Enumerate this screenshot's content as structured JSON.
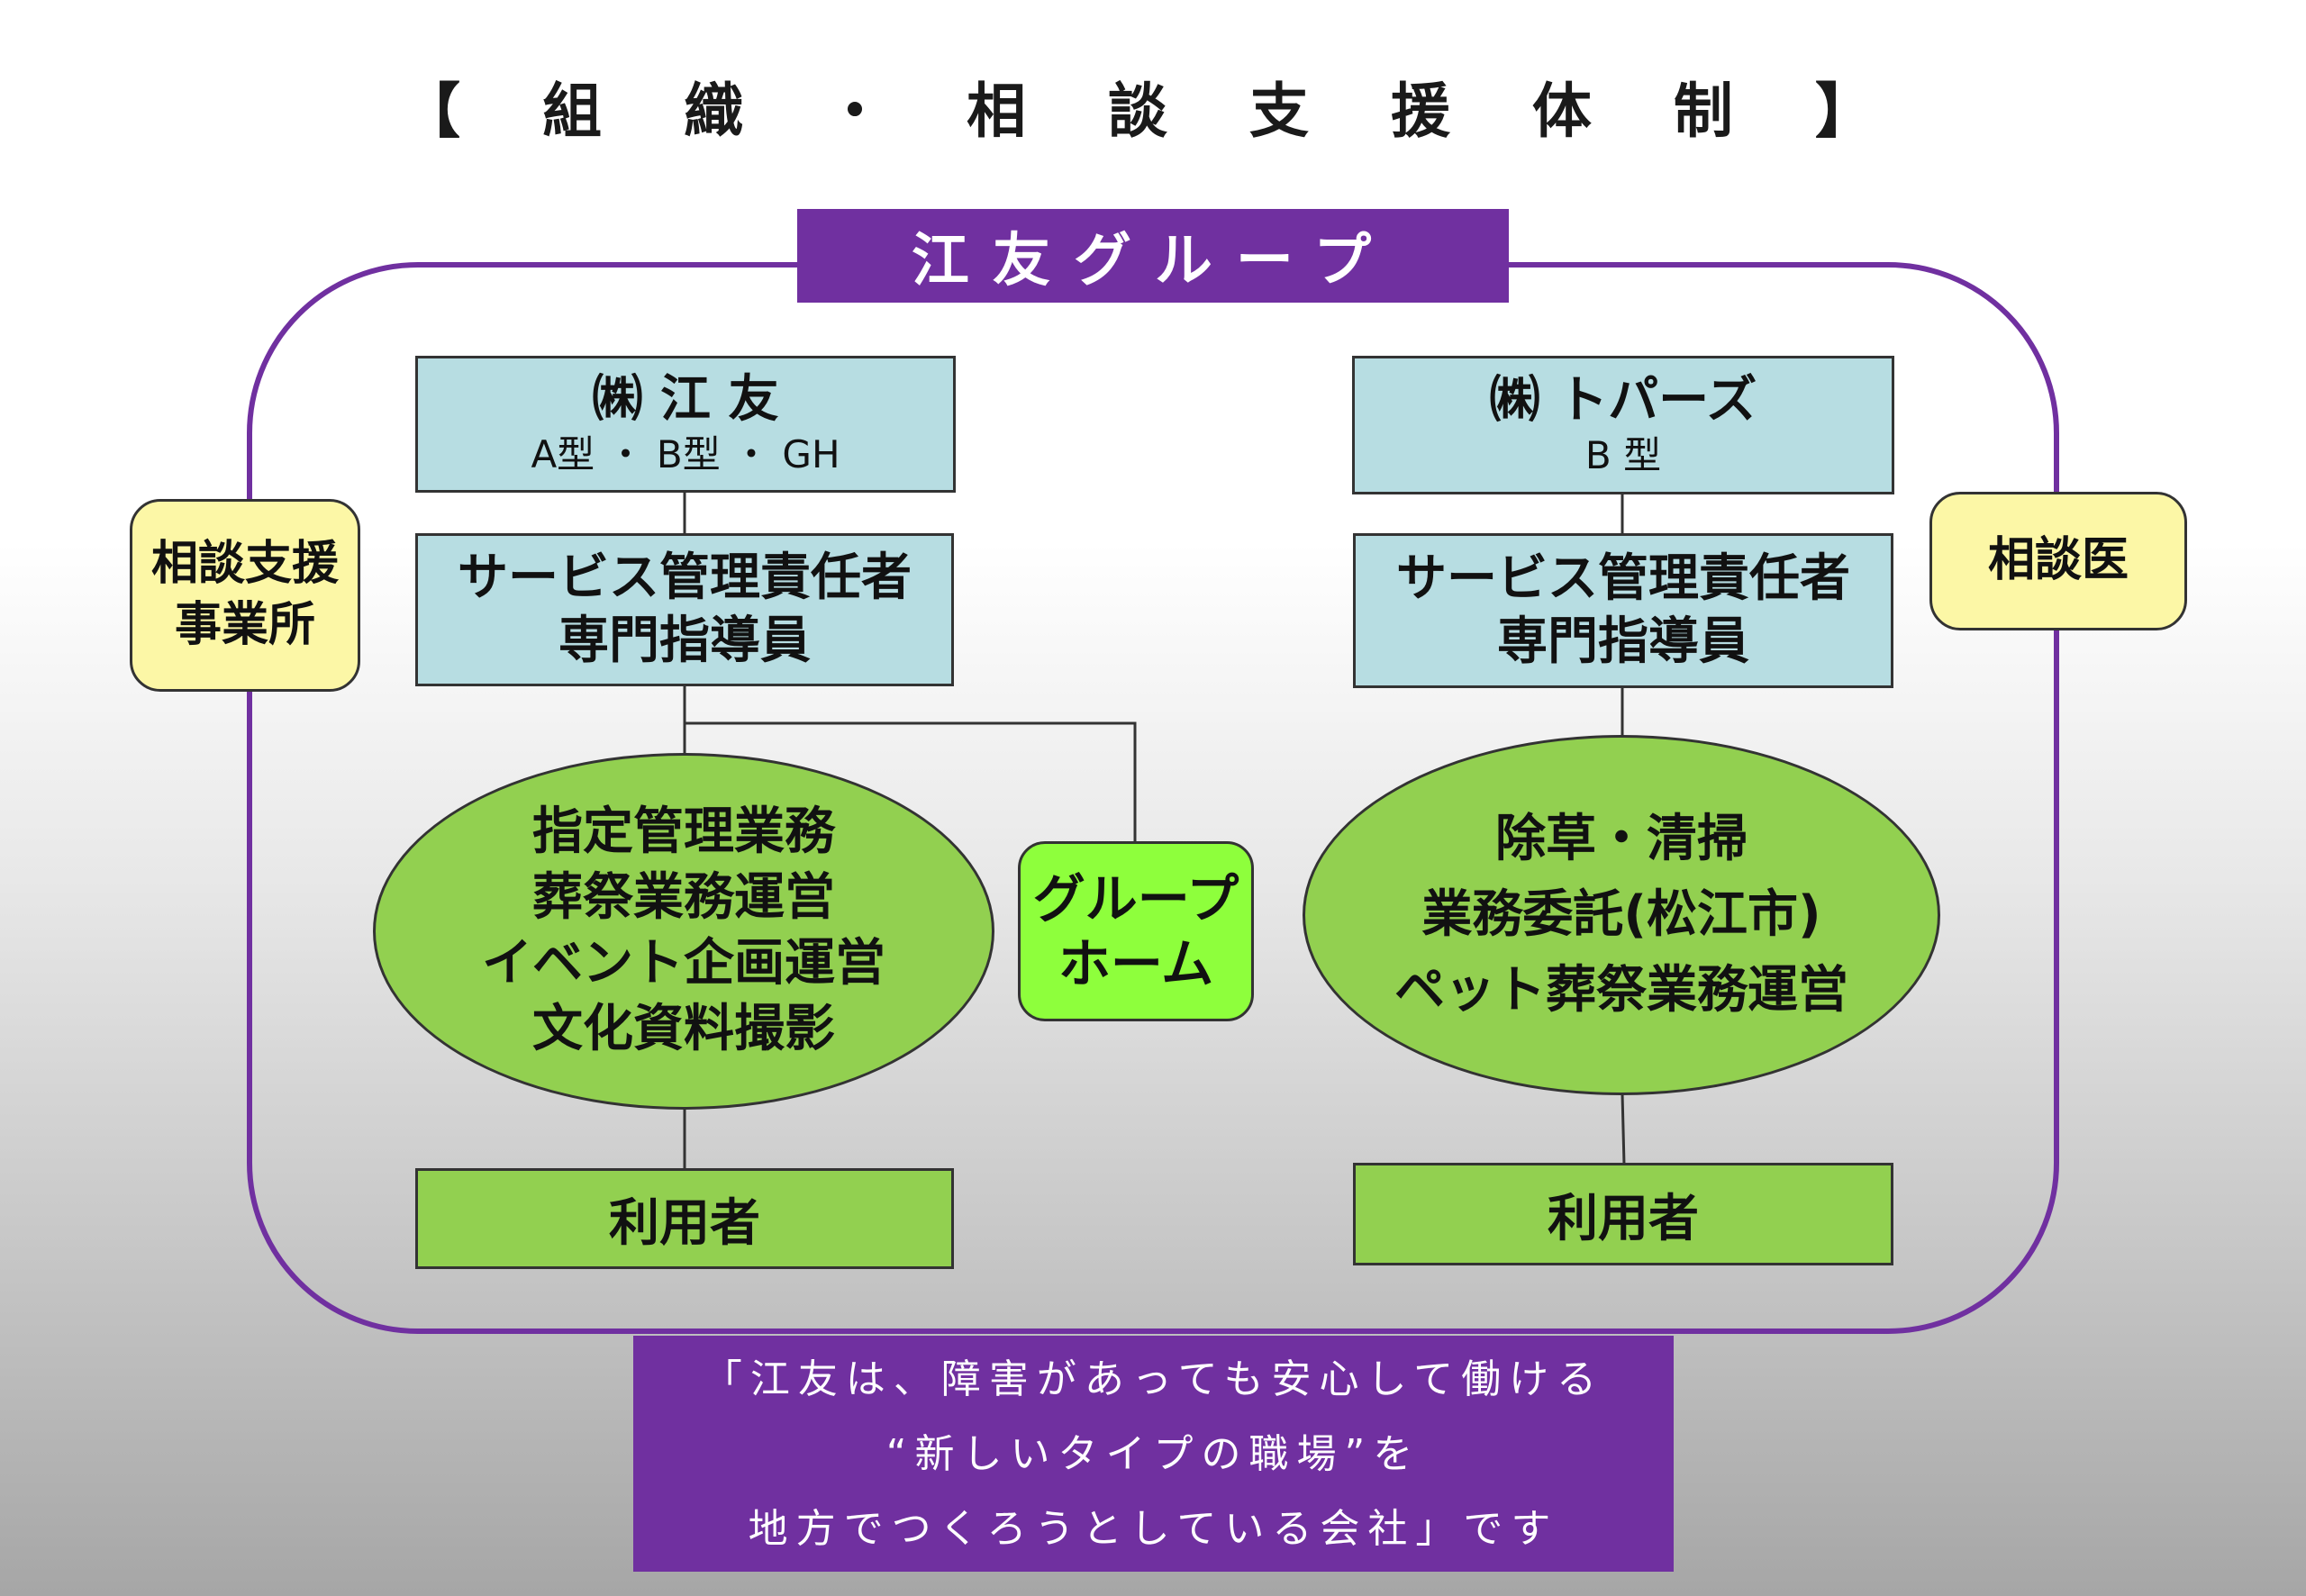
{
  "title": "【 組 織 ・ 相 談 支 援 体 制 】",
  "group_label": "江友グループ",
  "left_company": {
    "name": "㈱ 江 友",
    "types": "A型 ・ B型 ・ GH",
    "service_manager": [
      "サービス管理責任者",
      "専門指導員"
    ],
    "activities": [
      "指定管理業務",
      "葬祭業務運営",
      "イベント企画運営",
      "文化資料撮影"
    ],
    "group_home": [
      "グループ",
      "ホーム"
    ],
    "users": "利用者"
  },
  "right_company": {
    "name": "㈱ トパーズ",
    "types": "B 型",
    "service_manager": [
      "サービス管理責任者",
      "専門指導員"
    ],
    "activities": [
      "除草・清掃",
      "業務委託(松江市)",
      "ペット葬祭業務運営"
    ],
    "users": "利用者"
  },
  "consultation_office": [
    "相談支援",
    "事業所"
  ],
  "consultation_doctor": "相談医",
  "message": [
    "「江友は、障害があっても安心して働ける",
    "“新しいタイプの職場”を",
    "地方でつくろうとしている会社」です"
  ],
  "colors": {
    "purple": "#7030a0",
    "light_blue": "#b7dde2",
    "green": "#92d050",
    "lime": "#8eff3c",
    "yellow": "#fcf7a6"
  }
}
